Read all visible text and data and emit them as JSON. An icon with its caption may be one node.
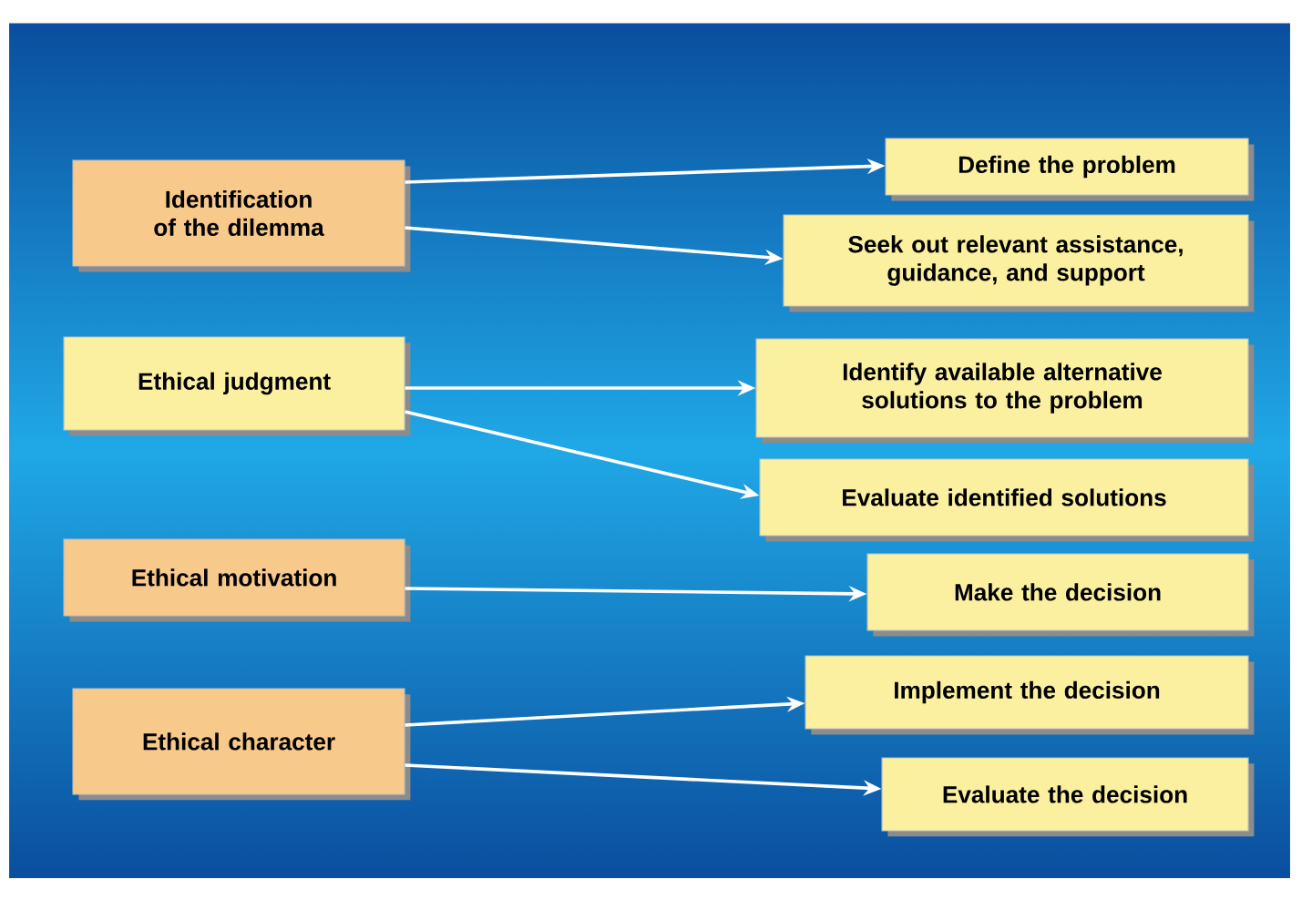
{
  "diagram": {
    "nodes": [
      {
        "text": [
          "Identification of the dilemma"
        ]
      },
      {
        "text": [
          "Ethical judgment"
        ]
      },
      {
        "text": [
          "Ethical motivation"
        ]
      },
      {
        "text": [
          "Ethical character"
        ]
      },
      {
        "text": [
          "Define the problem"
        ]
      },
      {
        "text": [
          "Seek out relevant assistance, guidance, and support"
        ]
      },
      {
        "text": [
          "Identify available alternative solutions to the problem"
        ]
      },
      {
        "text": [
          "Evaluate identified solutions"
        ]
      },
      {
        "text": [
          "Make the decision"
        ]
      },
      {
        "text": [
          "Implement the decision"
        ]
      },
      {
        "text": [
          "Evaluate the decision"
        ]
      }
    ],
    "edges": [
      {
        "from": 0,
        "to": 4,
        "arrow": "to"
      },
      {
        "from": 0,
        "to": 5,
        "arrow": "to"
      },
      {
        "from": 1,
        "to": 6,
        "arrow": "to"
      },
      {
        "from": 1,
        "to": 7,
        "arrow": "to"
      },
      {
        "from": 2,
        "to": 8,
        "arrow": "to"
      },
      {
        "from": 3,
        "to": 9,
        "arrow": "to"
      },
      {
        "from": 3,
        "to": 10,
        "arrow": "to"
      }
    ]
  }
}
